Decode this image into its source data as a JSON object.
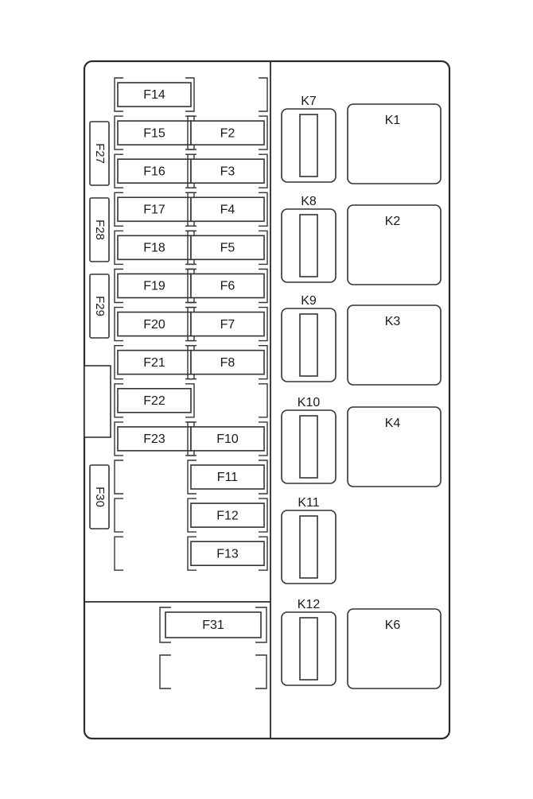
{
  "fuses": [
    {
      "id": "f14",
      "label": "F14",
      "col": "left",
      "row": 0
    },
    {
      "id": "f15",
      "label": "F15",
      "col": "left",
      "row": 1
    },
    {
      "id": "f2",
      "label": "F2",
      "col": "right",
      "row": 1
    },
    {
      "id": "f16",
      "label": "F16",
      "col": "left",
      "row": 2
    },
    {
      "id": "f3",
      "label": "F3",
      "col": "right",
      "row": 2
    },
    {
      "id": "f17",
      "label": "F17",
      "col": "left",
      "row": 3
    },
    {
      "id": "f4",
      "label": "F4",
      "col": "right",
      "row": 3
    },
    {
      "id": "f18",
      "label": "F18",
      "col": "left",
      "row": 4
    },
    {
      "id": "f5",
      "label": "F5",
      "col": "right",
      "row": 4
    },
    {
      "id": "f19",
      "label": "F19",
      "col": "left",
      "row": 5
    },
    {
      "id": "f6",
      "label": "F6",
      "col": "right",
      "row": 5
    },
    {
      "id": "f20",
      "label": "F20",
      "col": "left",
      "row": 6
    },
    {
      "id": "f7",
      "label": "F7",
      "col": "right",
      "row": 6
    },
    {
      "id": "f21",
      "label": "F21",
      "col": "left",
      "row": 7
    },
    {
      "id": "f8",
      "label": "F8",
      "col": "right",
      "row": 7
    },
    {
      "id": "f22",
      "label": "F22",
      "col": "left",
      "row": 8
    },
    {
      "id": "f23",
      "label": "F23",
      "col": "left",
      "row": 9
    },
    {
      "id": "f10",
      "label": "F10",
      "col": "right",
      "row": 9
    },
    {
      "id": "f11",
      "label": "F11",
      "col": "right",
      "row": 10
    },
    {
      "id": "f12",
      "label": "F12",
      "col": "right",
      "row": 11
    },
    {
      "id": "f13",
      "label": "F13",
      "col": "right",
      "row": 12
    }
  ],
  "side_fuses": [
    {
      "id": "f27",
      "label": "F27"
    },
    {
      "id": "f28",
      "label": "F28"
    },
    {
      "id": "f29",
      "label": "F29"
    },
    {
      "id": "f30",
      "label": "F30"
    }
  ],
  "bottom_fuse": {
    "id": "f31",
    "label": "F31"
  },
  "small_relays": [
    {
      "id": "k7",
      "label": "K7"
    },
    {
      "id": "k8",
      "label": "K8"
    },
    {
      "id": "k9",
      "label": "K9"
    },
    {
      "id": "k10",
      "label": "K10"
    },
    {
      "id": "k11",
      "label": "K11"
    },
    {
      "id": "k12",
      "label": "K12"
    }
  ],
  "large_relays": [
    {
      "id": "k1",
      "label": "K1"
    },
    {
      "id": "k2",
      "label": "K2"
    },
    {
      "id": "k3",
      "label": "K3"
    },
    {
      "id": "k4",
      "label": "K4"
    },
    {
      "id": "k6",
      "label": "K6"
    }
  ],
  "empty_slots": {
    "left_column_rows": [
      10,
      11,
      12
    ],
    "right_column_rows": [
      0,
      8
    ]
  }
}
